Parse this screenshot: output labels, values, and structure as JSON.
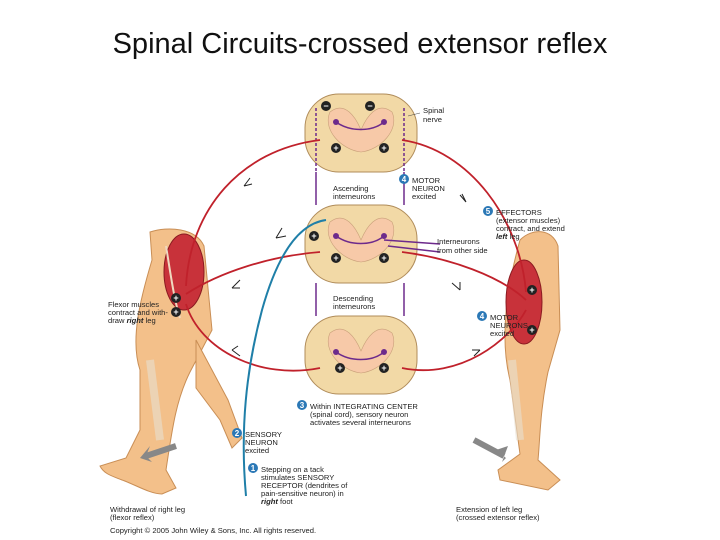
{
  "title": "Spinal Circuits-crossed extensor reflex",
  "labels": {
    "spinal_nerve": [
      "Spinal",
      "nerve"
    ],
    "ascending": [
      "Ascending",
      "interneurons"
    ],
    "descending": [
      "Descending",
      "interneurons"
    ],
    "interneurons_other_side": [
      "Interneurons",
      "from other side"
    ],
    "step4_top": [
      "MOTOR",
      "NEURON",
      "excited"
    ],
    "step5": [
      "EFFECTORS",
      "(extensor muscles)",
      "contract, and extend"
    ],
    "step5_em": "left",
    "step5_tail": " leg",
    "step4_mid": [
      "MOTOR",
      "NEURONS",
      "excited"
    ],
    "flexor": [
      "Flexor muscles",
      "contract and with-",
      "draw"
    ],
    "flexor_em": "right",
    "flexor_tail": " leg",
    "step3": [
      "Within INTEGRATING CENTER",
      "(spinal cord), sensory neuron",
      "activates several interneurons"
    ],
    "step2": [
      "SENSORY",
      "NEURON",
      "excited"
    ],
    "step1": [
      "Stepping on a tack",
      "stimulates SENSORY",
      "RECEPTOR (dendrites of",
      "pain-sensitive neuron) in"
    ],
    "step1_em": "right",
    "step1_tail": " foot",
    "withdrawal": [
      "Withdrawal of right leg",
      "(flexor reflex)"
    ],
    "extension": [
      "Extension of left leg",
      "(crossed extensor reflex)"
    ],
    "copyright": "Copyright © 2005 John Wiley & Sons, Inc. All rights reserved."
  },
  "step_numbers": {
    "s1": "1",
    "s2": "2",
    "s3": "3",
    "s4a": "4",
    "s4b": "4",
    "s5": "5"
  },
  "signs": {
    "plus": "+",
    "minus": "−"
  },
  "colors": {
    "motor": "#c0212b",
    "sensory": "#1f7fa8",
    "interneuron": "#6d2a8c",
    "step_badge": "#2b78b6",
    "cord": "#f2d9a6",
    "skin": "#f3c08a",
    "muscle": "#c8323a"
  }
}
